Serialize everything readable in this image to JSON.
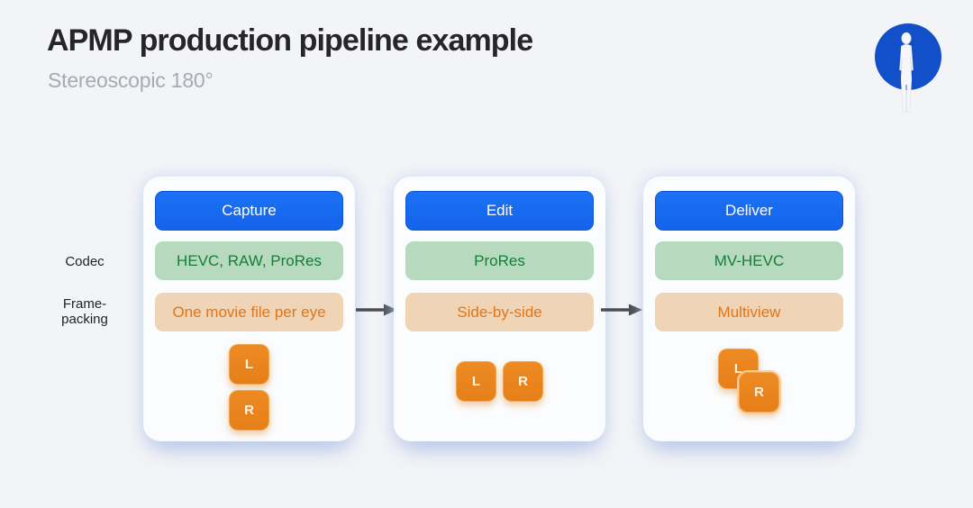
{
  "header": {
    "title": "APMP production pipeline example",
    "subtitle": "Stereoscopic 180°"
  },
  "logo": {
    "icon": "person-in-blue-circle",
    "circle_color": "#1150c9"
  },
  "row_labels": {
    "codec": "Codec",
    "frame_packing_line1": "Frame-",
    "frame_packing_line2": "packing"
  },
  "cards": [
    {
      "header": "Capture",
      "codec": "HEVC, RAW, ProRes",
      "frame_packing": "One movie file per eye",
      "eye_layout": "stacked-vertical",
      "eyes": [
        "L",
        "R"
      ]
    },
    {
      "header": "Edit",
      "codec": "ProRes",
      "frame_packing": "Side-by-side",
      "eye_layout": "side-by-side",
      "eyes": [
        "L",
        "R"
      ]
    },
    {
      "header": "Deliver",
      "codec": "MV-HEVC",
      "frame_packing": "Multiview",
      "eye_layout": "overlapping",
      "eyes": [
        "L",
        "R"
      ]
    }
  ],
  "arrows": {
    "count": 2,
    "direction": "right"
  },
  "colors": {
    "page_background": "#f3f4f7",
    "accent_blue": "#1668f0",
    "codec_bg": "#b7dabf",
    "codec_text": "#157d38",
    "frame_bg": "#f0d4b6",
    "frame_text": "#e0761a",
    "eye_box_orange": "#e9851e",
    "arrow": "#4a4d52",
    "logo_circle": "#1150c9"
  }
}
